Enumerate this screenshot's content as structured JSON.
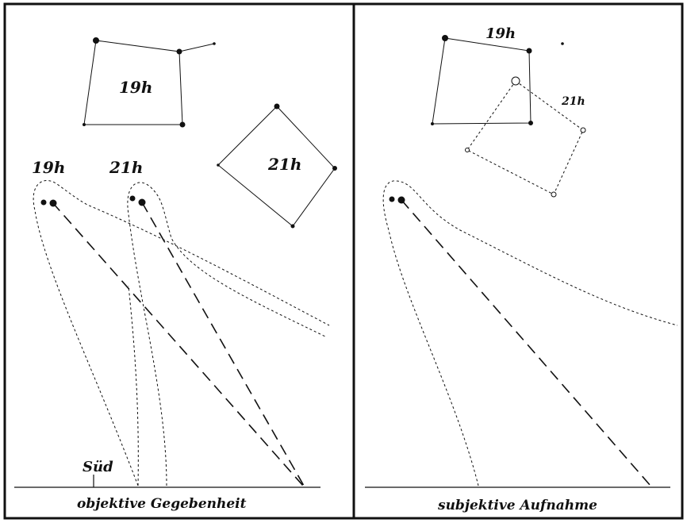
{
  "left_panel": {
    "caption": "objektive Gegebenheit",
    "direction_label": "Süd",
    "constellation_labels": [
      "19h",
      "21h"
    ],
    "comet_labels": [
      "19h",
      "21h"
    ]
  },
  "right_panel": {
    "caption": "subjektive Aufnahme",
    "constellation_labels": [
      "19h",
      "21h"
    ]
  }
}
